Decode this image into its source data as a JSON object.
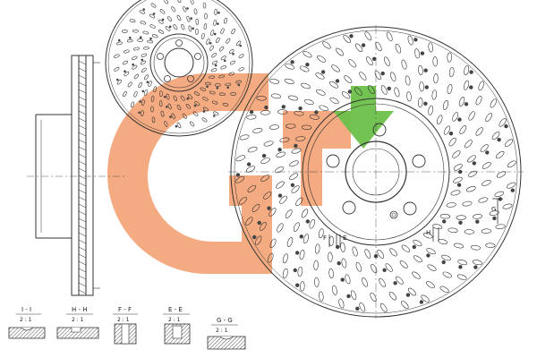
{
  "logo": {
    "orange": "#f4a77a",
    "green": "#6cc04a",
    "white": "#ffffff"
  },
  "main_disc": {
    "section_marks": [
      "F",
      "E",
      "H",
      "G"
    ]
  },
  "section_details": [
    {
      "id": "1-1",
      "label": "I - I",
      "ratio": "2 : 1"
    },
    {
      "id": "h-h",
      "label": "H - H",
      "ratio": "2 : 1"
    },
    {
      "id": "f-f",
      "label": "F - F",
      "ratio": "2 : 1"
    },
    {
      "id": "e-e",
      "label": "E - E",
      "ratio": "2 : 1"
    },
    {
      "id": "g-g",
      "label": "G - G",
      "ratio": "2 : 1"
    }
  ],
  "colors": {
    "line": "#333333",
    "hatch": "#555555"
  }
}
